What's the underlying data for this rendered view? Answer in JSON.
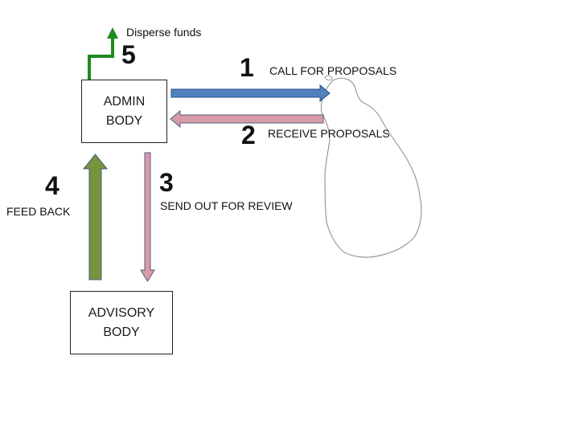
{
  "diagram": {
    "nodes": {
      "admin_body": "ADMIN\nBODY",
      "advisory_body": "ADVISORY\nBODY"
    },
    "steps": [
      {
        "number": "1",
        "label": "CALL FOR PROPOSALS"
      },
      {
        "number": "2",
        "label": "RECEIVE PROPOSALS"
      },
      {
        "number": "3",
        "label": "SEND OUT FOR REVIEW"
      },
      {
        "number": "4",
        "label": "FEED BACK"
      },
      {
        "number": "5",
        "label": "Disperse funds"
      }
    ],
    "colors": {
      "step1_arrow": "#4f81bd",
      "step2_arrow": "#d99aa7",
      "step3_arrow": "#d99aa7",
      "step4_arrow": "#77933c",
      "step5_arrow": "#1e8c1e",
      "map_outline": "#9a9a9a"
    },
    "map": "sri-lanka-outline"
  }
}
